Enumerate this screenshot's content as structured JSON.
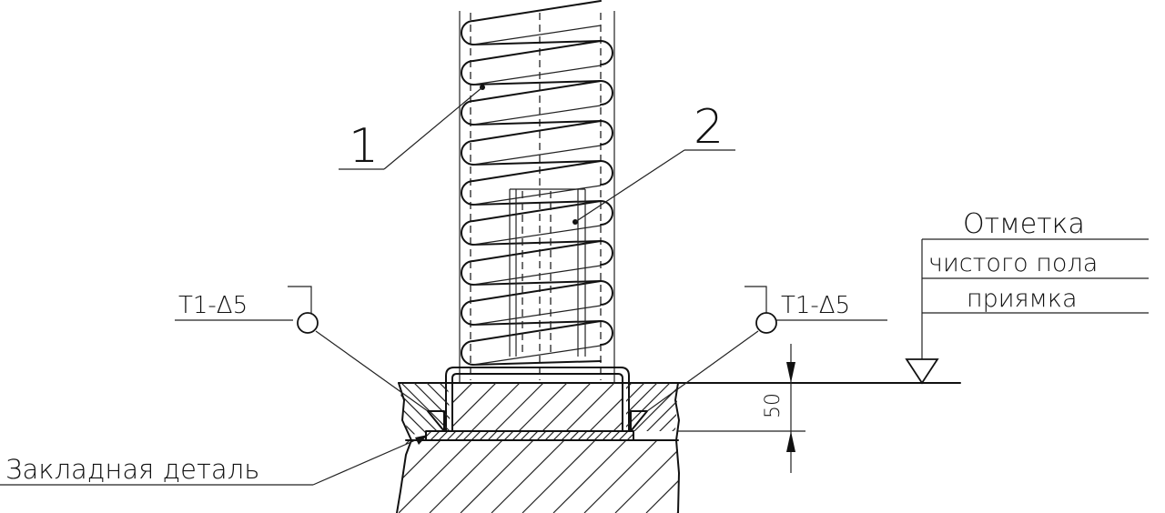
{
  "callouts": {
    "item1": "1",
    "item2": "2"
  },
  "welds": {
    "left": "T1-∆5",
    "right": "T1-∆5"
  },
  "level_mark": {
    "line1": "Отметка",
    "line2": "чистого пола",
    "line3": "приямка"
  },
  "dimension": {
    "value": "50"
  },
  "embedded_part": {
    "label": "Закладная деталь"
  },
  "colors": {
    "ink": "#111111",
    "paper": "#ffffff"
  }
}
